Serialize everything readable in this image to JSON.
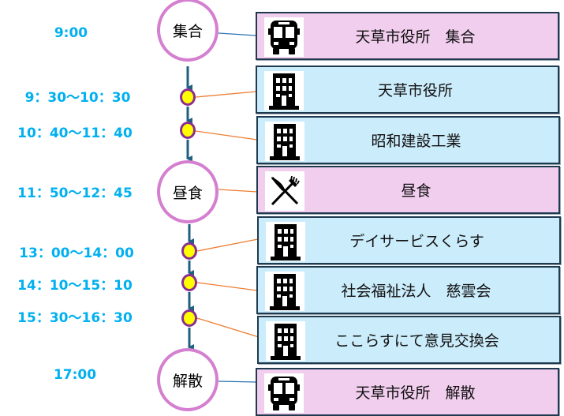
{
  "title": "視察スケジュール",
  "colors": {
    "time_text": "#00b0f0",
    "event_circle_border": "#d47fd0",
    "stop_dot_fill": "#ffff00",
    "stop_dot_border": "#8b2e8f",
    "arrow": "#1f6080",
    "connector_orange": "#ed7d31",
    "connector_blue": "#2e75b6",
    "box_pink": "#f1cdee",
    "box_blue": "#cbecfb",
    "box_border": "#1f3a4f"
  },
  "schedule": [
    {
      "time": "9:00",
      "marker": "circle",
      "marker_label": "集合",
      "icon": "bus-icon",
      "box_color": "pink",
      "label": "天草市役所　集合"
    },
    {
      "time": "9：30〜10：30",
      "marker": "dot",
      "marker_label": "",
      "icon": "building-icon",
      "box_color": "blue",
      "label": "天草市役所"
    },
    {
      "time": "10：40〜11：40",
      "marker": "dot",
      "marker_label": "",
      "icon": "building-icon",
      "box_color": "blue",
      "label": "昭和建設工業"
    },
    {
      "time": "11：50〜12：45",
      "marker": "circle",
      "marker_label": "昼食",
      "icon": "knife-fork-icon",
      "box_color": "pink",
      "label": "昼食"
    },
    {
      "time": "13：00〜14：00",
      "marker": "dot",
      "marker_label": "",
      "icon": "building-icon",
      "box_color": "blue",
      "label": "デイサービスくらす"
    },
    {
      "time": "14：10〜15：10",
      "marker": "dot",
      "marker_label": "",
      "icon": "building-icon",
      "box_color": "blue",
      "label": "社会福祉法人　慈雲会"
    },
    {
      "time": "15：30〜16：30",
      "marker": "dot",
      "marker_label": "",
      "icon": "building-icon",
      "box_color": "blue",
      "label": "ここらすにて意見交換会"
    },
    {
      "time": "17:00",
      "marker": "circle",
      "marker_label": "解散",
      "icon": "bus-icon",
      "box_color": "pink",
      "label": "天草市役所　解散"
    }
  ]
}
